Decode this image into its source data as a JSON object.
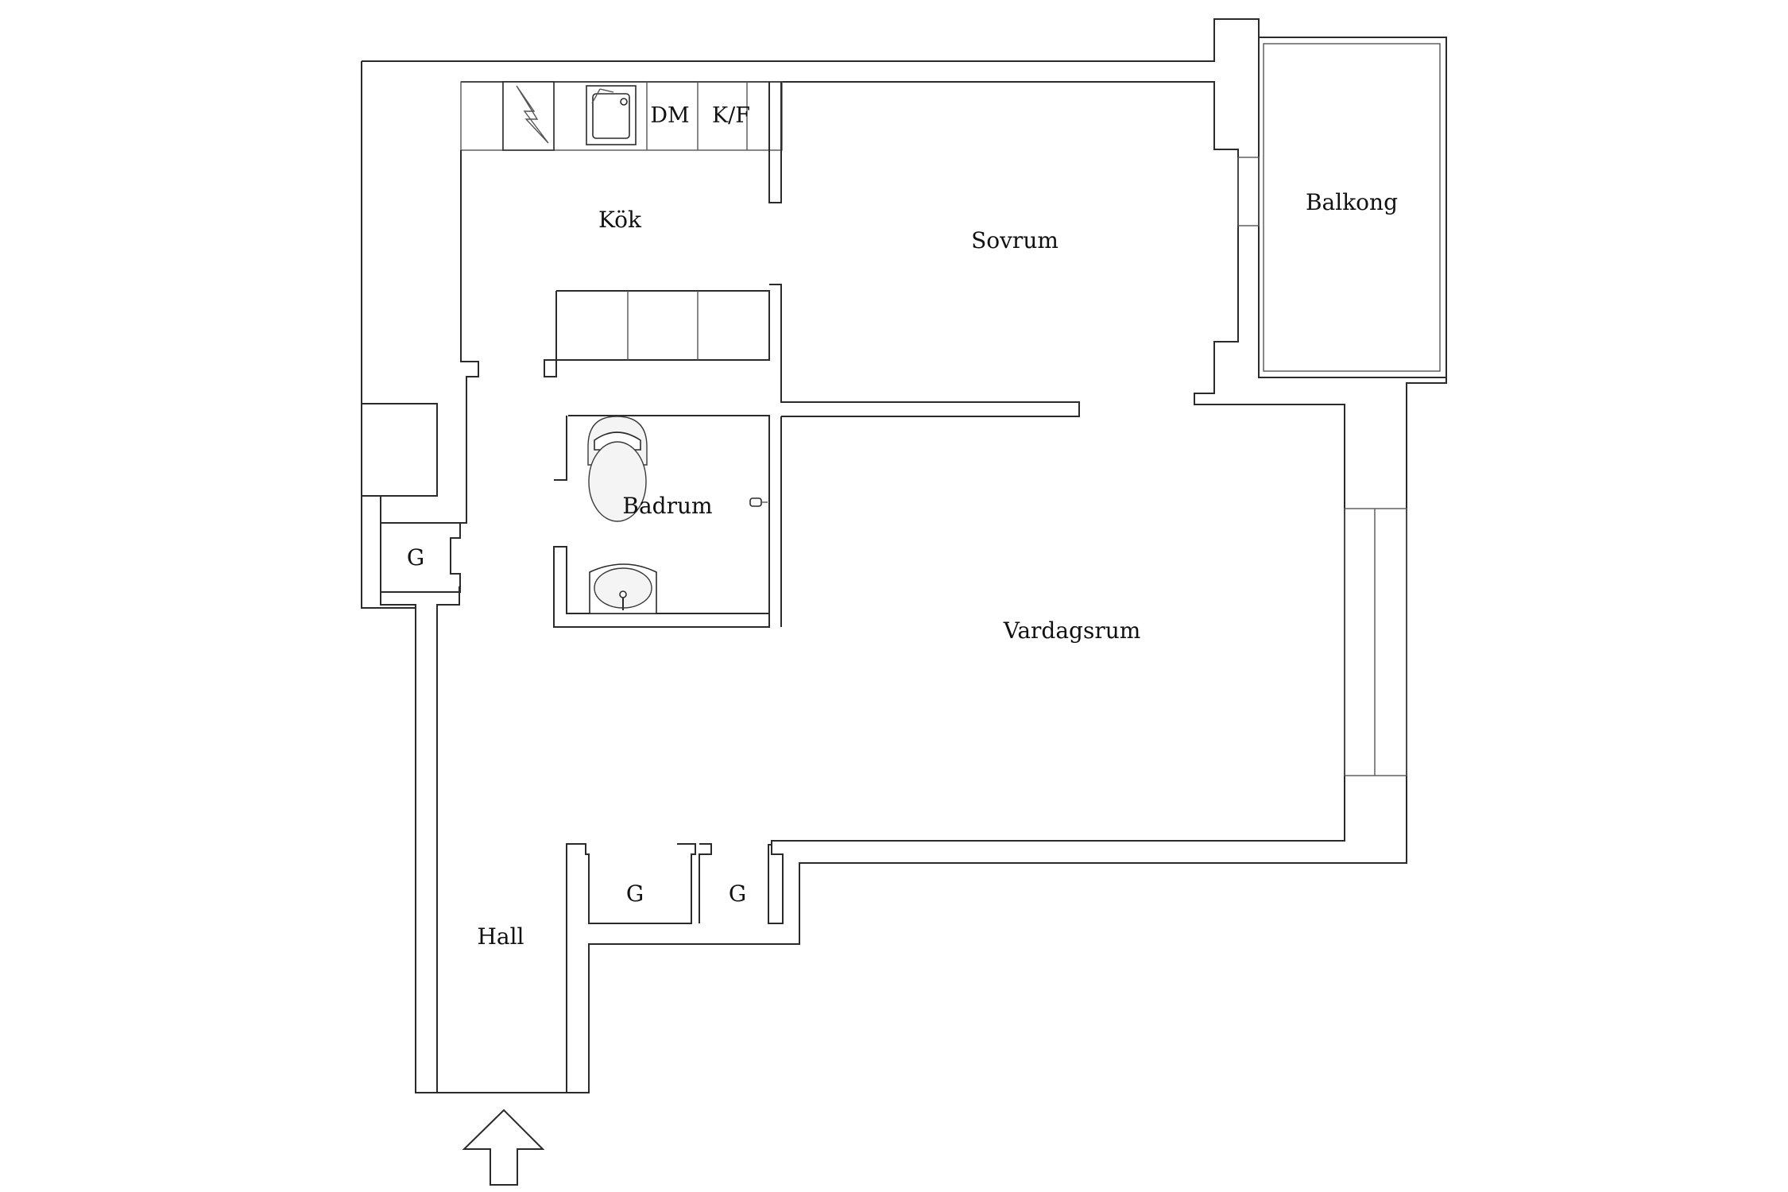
{
  "plan": {
    "rooms": {
      "kok": "Kök",
      "sovrum": "Sovrum",
      "balkong": "Balkong",
      "badrum": "Badrum",
      "vardagsrum": "Vardagsrum",
      "hall": "Hall"
    },
    "appliances": {
      "dishwasher": "DM",
      "fridge_freezer": "K/F"
    },
    "closets": {
      "left": "G",
      "hall_left": "G",
      "hall_right": "G"
    }
  },
  "colors": {
    "wall": "#2b2b2b",
    "background": "#ffffff"
  },
  "icons": [
    "stove-icon",
    "sink-icon",
    "toilet-icon",
    "washbasin-icon",
    "entrance-arrow-icon",
    "wall-lamp-icon"
  ]
}
